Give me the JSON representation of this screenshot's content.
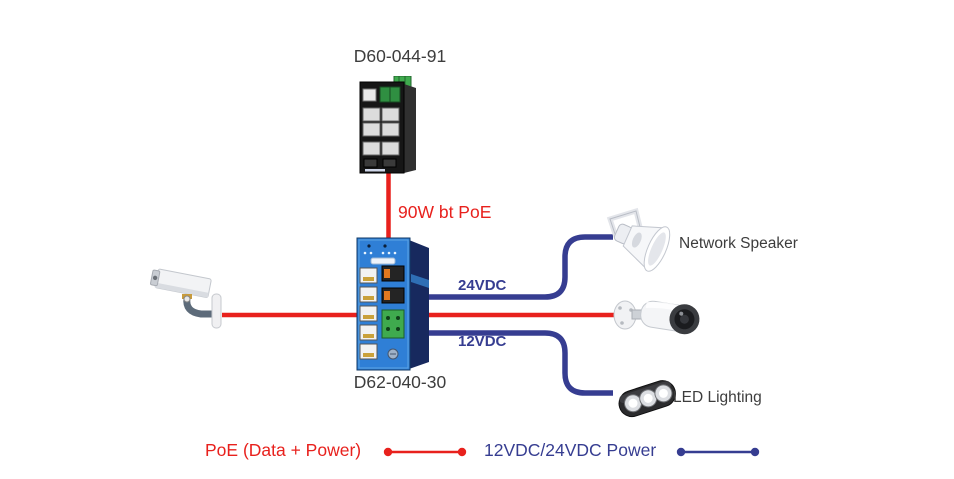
{
  "diagram": {
    "title_top_device": "D60-044-91",
    "title_main_device": "D62-040-30"
  },
  "devices": {
    "top_switch": {
      "label": "D60-044-91",
      "icon": "industrial-poe-switch-black"
    },
    "main_switch": {
      "label": "D62-040-30",
      "icon": "industrial-poe-switch-blue"
    },
    "cctv_camera": {
      "icon": "cctv-box-camera"
    },
    "speaker": {
      "label": "Network Speaker",
      "icon": "horn-speaker"
    },
    "bullet_camera": {
      "icon": "bullet-ip-camera"
    },
    "led": {
      "label": "LED Lighting",
      "icon": "led-light"
    }
  },
  "connections": {
    "poe_uplink_label": "90W bt PoE",
    "vdc24_label": "24VDC",
    "vdc12_label": "12VDC"
  },
  "legend": {
    "poe": "PoE (Data + Power)",
    "power": "12VDC/24VDC Power"
  },
  "colors": {
    "poe_red": "#e8211d",
    "power_blue": "#363d91",
    "label_gray": "#3d3d3d",
    "switch_blue": "#2f7fd6",
    "terminal_green": "#3faa4e"
  }
}
